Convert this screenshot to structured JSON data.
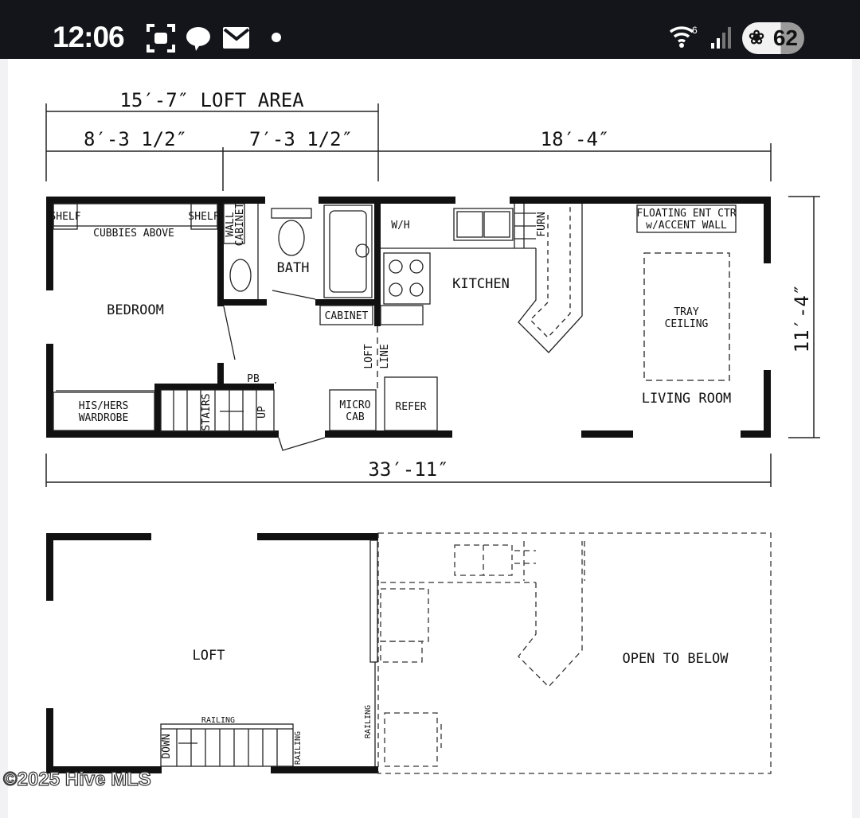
{
  "status_bar": {
    "time": "12:06",
    "icons": [
      "screenshot-icon",
      "chat-bubble-icon",
      "mail-icon",
      "dot-icon",
      "wifi6-icon",
      "signal-icon"
    ],
    "battery": "62"
  },
  "floor_plan": {
    "dimensions": {
      "loft_area": "15′-7″ LOFT AREA",
      "left_segment": "8′-3 1/2″",
      "middle_segment": "7′-3 1/2″",
      "right_segment": "18′-4″",
      "total_length": "33′-11″",
      "depth": "11′-4″"
    },
    "main_floor": {
      "shelf_left": "SHELF",
      "shelf_right": "SHELF",
      "cubbies": "CUBBIES ABOVE",
      "bedroom": "BEDROOM",
      "wardrobe_line1": "HIS/HERS",
      "wardrobe_line2": "WARDROBE",
      "wall_cabinet_line1": "WALL",
      "wall_cabinet_line2": "CABINET",
      "bath": "BATH",
      "cabinet": "CABINET",
      "wh": "W/H",
      "furn": "FURN",
      "kitchen": "KITCHEN",
      "loft_line1": "LOFT",
      "loft_line2": "LINE",
      "pb": "PB",
      "stairs": "STAIRS",
      "up": "UP",
      "micro_line1": "MICRO",
      "micro_line2": "CAB",
      "refer": "REFER",
      "ent_line1": "FLOATING ENT CTR",
      "ent_line2": "w/ACCENT WALL",
      "tray_line1": "TRAY",
      "tray_line2": "CEILING",
      "living_room": "LIVING ROOM"
    },
    "loft_floor": {
      "loft": "LOFT",
      "open_to_below": "OPEN TO BELOW",
      "railing_top": "RAILING",
      "railing_side": "RAILING",
      "railing_edge": "RAILING",
      "down": "DOWN"
    }
  },
  "watermark": "©2025 Hive MLS"
}
